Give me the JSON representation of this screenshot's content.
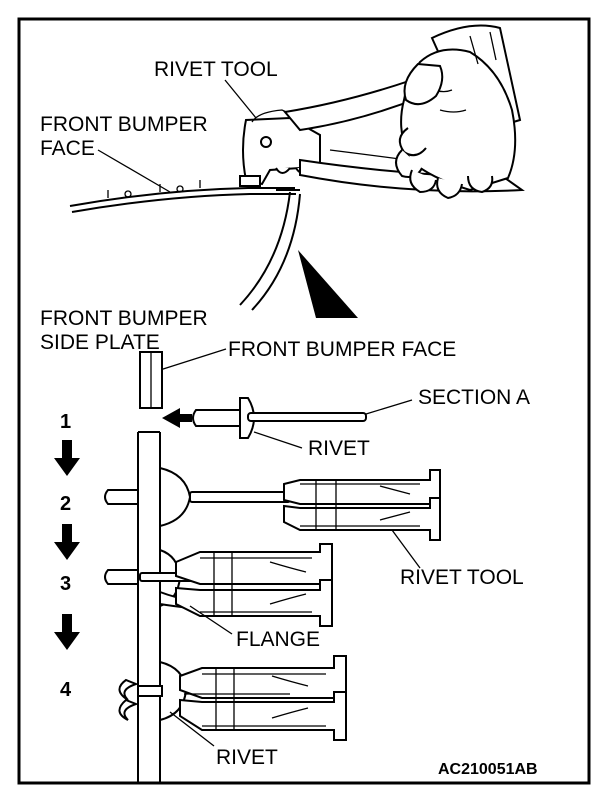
{
  "labels": {
    "rivet_tool_top": "RIVET TOOL",
    "front_bumper_face_top_1": "FRONT BUMPER",
    "front_bumper_face_top_2": "FACE",
    "side_plate_1": "FRONT BUMPER",
    "side_plate_2": "SIDE PLATE",
    "front_bumper_face_mid": "FRONT BUMPER FACE",
    "section_a": "SECTION A",
    "rivet_mid": "RIVET",
    "rivet_tool_mid": "RIVET TOOL",
    "flange": "FLANGE",
    "rivet_bottom": "RIVET",
    "figure_code": "AC210051AB"
  },
  "steps": [
    "1",
    "2",
    "3",
    "4"
  ],
  "icons": {
    "direction_arrow": "arrow-left-icon",
    "step_arrow": "arrow-down-icon",
    "section_pointer": "triangle-pointer-icon"
  }
}
